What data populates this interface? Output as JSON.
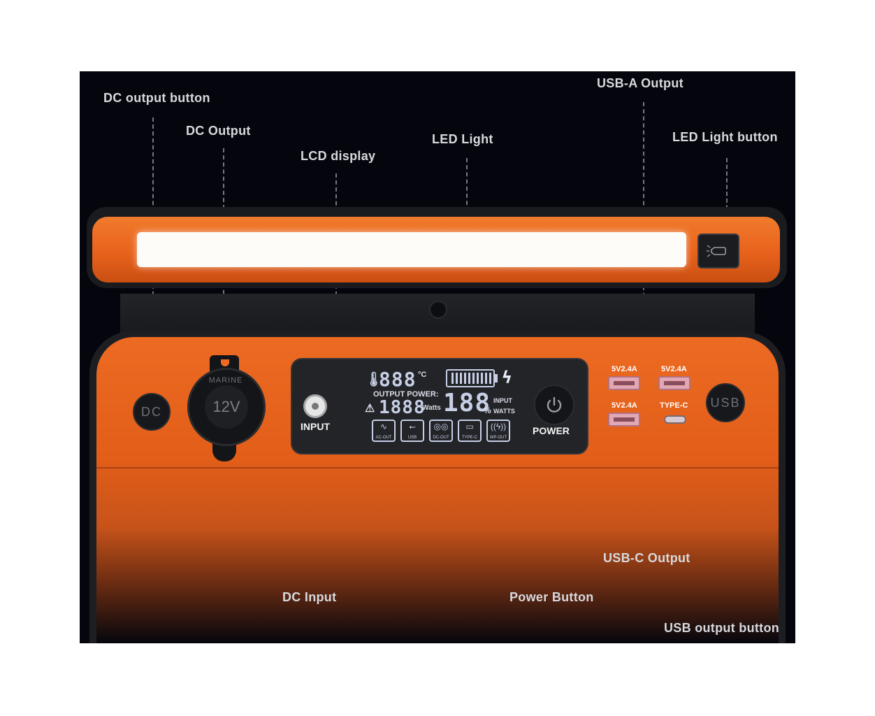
{
  "callouts": {
    "dc_output_button": "DC output button",
    "dc_output": "DC Output",
    "lcd_display": "LCD display",
    "led_light": "LED Light",
    "usb_a_output": "USB-A Output",
    "led_light_button": "LED Light button",
    "dc_input": "DC Input",
    "power_button": "Power Button",
    "usb_c_output": "USB-C Output",
    "usb_output_button": "USB output button"
  },
  "device": {
    "dc_button_label": "DC",
    "socket_brand": "MARINE",
    "socket_voltage": "12V",
    "input_label": "INPUT",
    "power_label": "POWER",
    "usb_button_label": "USB",
    "usb_a_rating_1": "5V2.4A",
    "usb_a_rating_2": "5V2.4A",
    "usb_a_rating_3": "5V2.4A",
    "type_c_label": "TYPE-C"
  },
  "lcd": {
    "temp_digits": "888",
    "temp_unit": "°C",
    "output_power_label": "OUTPUT POWER:",
    "watts_digits": "1888",
    "watts_label": "Watts",
    "percent_digits": "188",
    "percent_label": "%",
    "input_label": "INPUT",
    "input_watts_label": "WATTS",
    "icons": [
      "AC-OUT",
      "USB",
      "DC-OUT",
      "TYPE-C",
      "WP-OUT"
    ]
  },
  "colors": {
    "body_orange": "#e8621c",
    "background": "#05060d",
    "callout_text": "#d7d9de"
  }
}
